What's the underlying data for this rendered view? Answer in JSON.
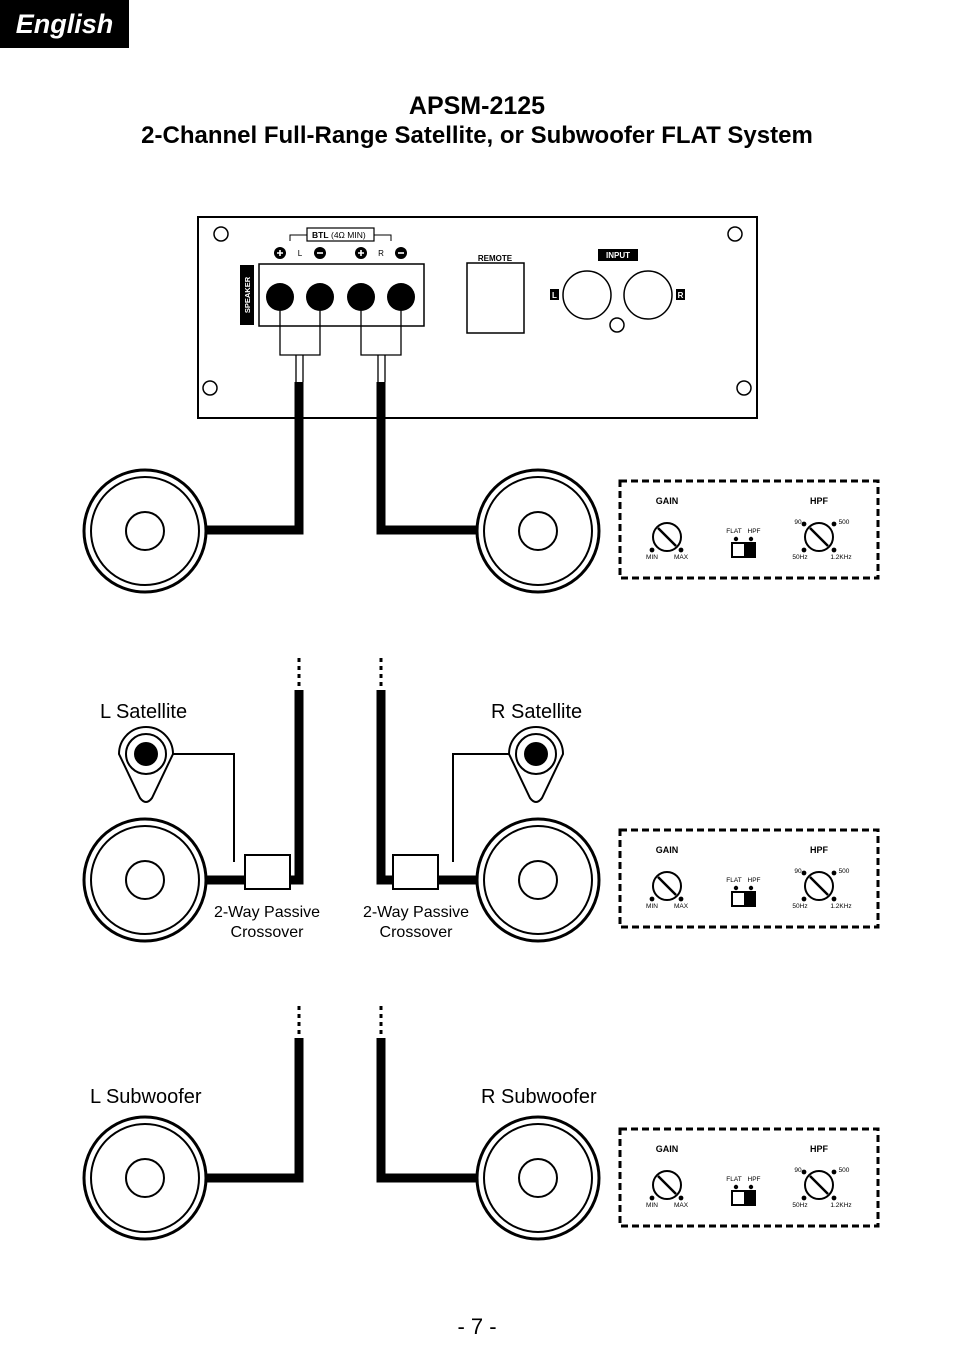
{
  "header": {
    "language_tab": "English"
  },
  "title": {
    "model": "APSM-2125",
    "subtitle": "2-Channel Full-Range Satellite, or Subwoofer FLAT System"
  },
  "amplifier_panel": {
    "speaker_label": "SPEAKER",
    "btl_label": "BTL",
    "btl_spec": "(4Ω MIN)",
    "left_channel": "L",
    "right_channel": "R",
    "remote_label": "REMOTE",
    "input_label": "INPUT",
    "input_left": "L",
    "input_right": "R"
  },
  "control_panel": {
    "gain_label": "GAIN",
    "hpf_label": "HPF",
    "min_label": "MIN",
    "max_label": "MAX",
    "flat_label": "FLAT",
    "switch_hpf_label": "HPF",
    "freq_90": "90",
    "freq_500": "500",
    "freq_50hz": "50Hz",
    "freq_1_2khz": "1.2KHz"
  },
  "sections": {
    "l_satellite": "L Satellite",
    "r_satellite": "R Satellite",
    "crossover_line1": "2-Way Passive",
    "crossover_line2": "Crossover",
    "l_subwoofer": "L Subwoofer",
    "r_subwoofer": "R Subwoofer"
  },
  "footer": {
    "page_number": "- 7 -"
  }
}
